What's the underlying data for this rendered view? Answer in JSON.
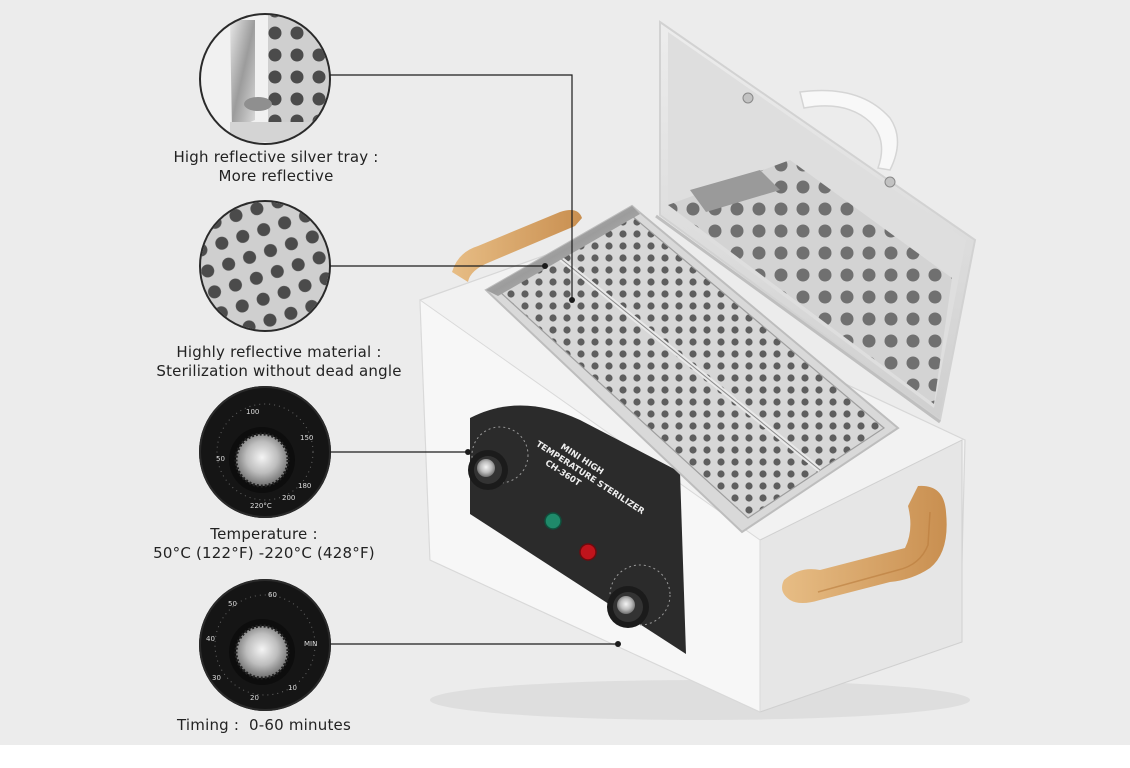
{
  "features": [
    {
      "line1": "High reflective silver tray  :",
      "line2": "More reflective"
    },
    {
      "line1": "Highly reflective material :",
      "line2": "Sterilization without dead angle"
    },
    {
      "line1": "Temperature :",
      "line2": "50°C (122°F) -220°C (428°F)"
    },
    {
      "line1": "Timing :  0-60 minutes"
    }
  ],
  "device": {
    "label": [
      "MINI HIGH",
      "TEMPERATURE STERILIZER",
      "CH-360T"
    ]
  },
  "dials": {
    "temperature_marks": [
      "50",
      "100",
      "150",
      "180",
      "200",
      "220°C"
    ],
    "timing_marks": [
      "60",
      "50",
      "40",
      "30",
      "20",
      "10",
      "MIN"
    ]
  },
  "colors": {
    "background": "#ececec",
    "body": "#f3f3f3",
    "panel": "#2b2b2b",
    "wood": "#d9a86e",
    "steel": "#c9c9c9",
    "green_light": "#1f8a6a",
    "red_light": "#c0141c"
  }
}
